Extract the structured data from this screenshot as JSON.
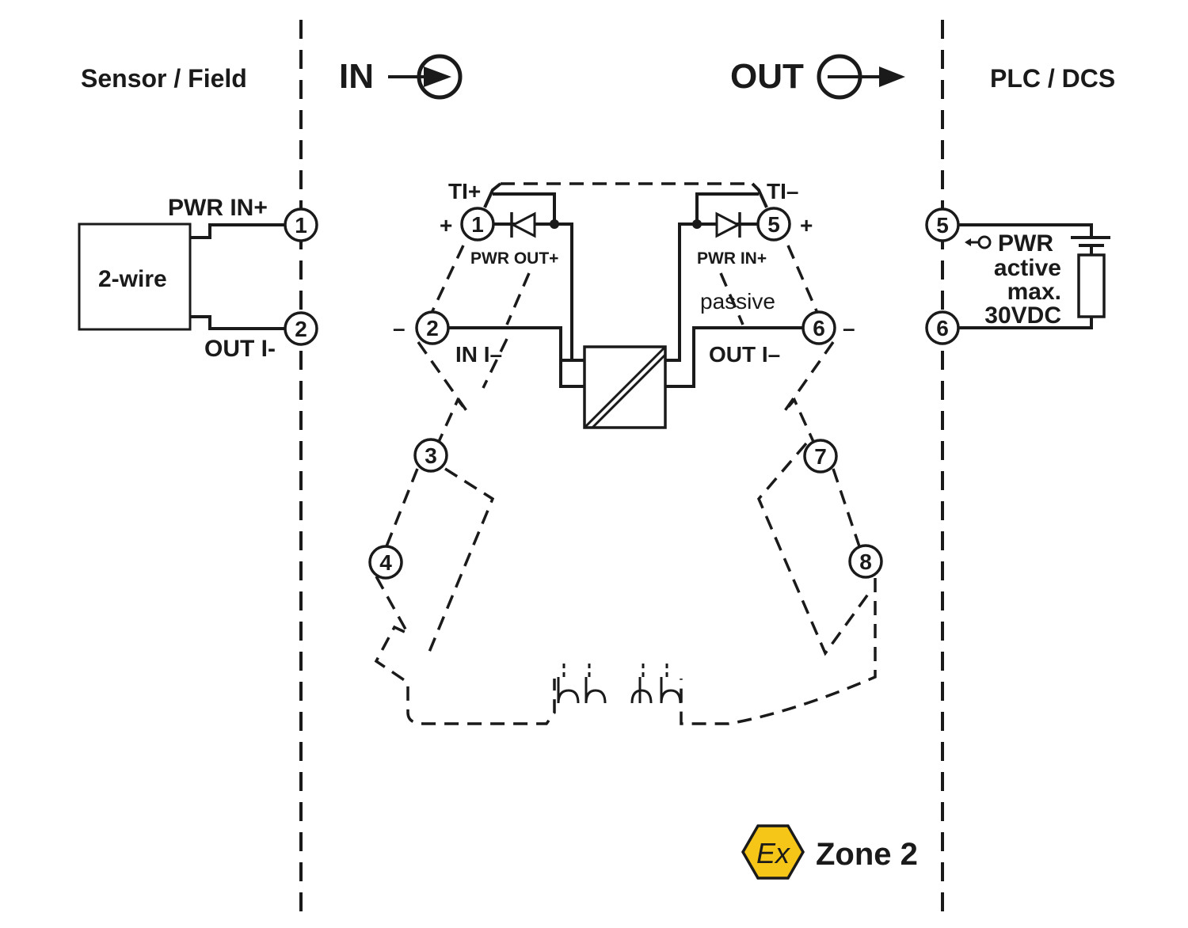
{
  "zones": {
    "sensor_field": "Sensor / Field",
    "in": "IN",
    "out": "OUT",
    "plc_dcs": "PLC / DCS"
  },
  "field_device": {
    "label": "2-wire",
    "pwr_in": "PWR IN+",
    "out_i": "OUT I-"
  },
  "field_terminals": [
    "1",
    "2"
  ],
  "module": {
    "ti_plus": "TI+",
    "ti_minus": "TI–",
    "plus_left": "+",
    "minus_left": "–",
    "plus_right": "+",
    "minus_right": "–",
    "pwr_out": "PWR OUT+",
    "pwr_in": "PWR IN+",
    "passive": "passive",
    "in_i": "IN I–",
    "out_i": "OUT I–",
    "terminals": [
      "1",
      "2",
      "3",
      "4",
      "5",
      "6",
      "7",
      "8"
    ]
  },
  "plc": {
    "terminals": [
      "5",
      "6"
    ],
    "pwr": "PWR",
    "active": "active",
    "max": "max.",
    "voltage": "30VDC"
  },
  "badge": {
    "ex_symbol": "Ex",
    "zone": "Zone 2",
    "color": "#f5c518"
  },
  "colors": {
    "line": "#1a1a1a",
    "background": "#ffffff"
  }
}
